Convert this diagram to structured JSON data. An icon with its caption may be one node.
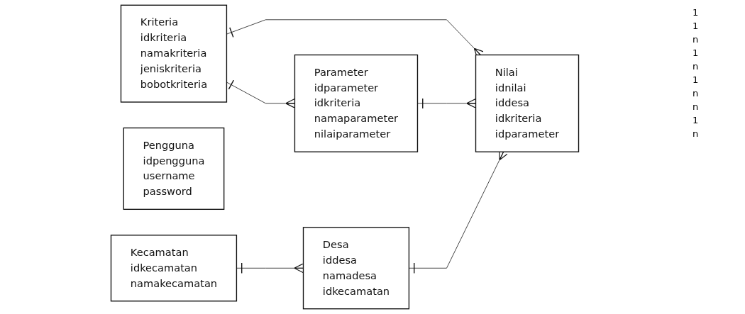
{
  "diagram": {
    "nodes": [
      {
        "text": [
          "Kriteria",
          "idkriteria",
          "namakriteria",
          "jeniskriteria",
          "bobotkriteria"
        ]
      },
      {
        "text": [
          "Nilai",
          "idnilai",
          "iddesa",
          "idkriteria",
          "idparameter"
        ]
      },
      {
        "text": [
          "Desa",
          "iddesa",
          "namadesa",
          "idkecamatan"
        ]
      },
      {
        "text": [
          "Parameter",
          "idparameter",
          "idkriteria",
          "namaparameter",
          "nilaiparameter"
        ]
      },
      {
        "text": [
          "Pengguna",
          "idpengguna",
          "username",
          "password"
        ]
      },
      {
        "text": [
          "Kecamatan",
          "idkecamatan",
          "namakecamatan"
        ]
      }
    ],
    "edges": [
      {
        "from": 0,
        "to": 1,
        "arrow": "other"
      },
      {
        "from": 3,
        "to": 1,
        "arrow": "other"
      },
      {
        "from": 2,
        "to": 1,
        "arrow": "other"
      },
      {
        "from": 0,
        "to": 3,
        "arrow": "other"
      },
      {
        "from": 5,
        "to": 2,
        "arrow": "other"
      }
    ],
    "labels": [
      "1",
      "1",
      "n",
      "1",
      "n",
      "1",
      "n",
      "n",
      "1",
      "n"
    ]
  }
}
